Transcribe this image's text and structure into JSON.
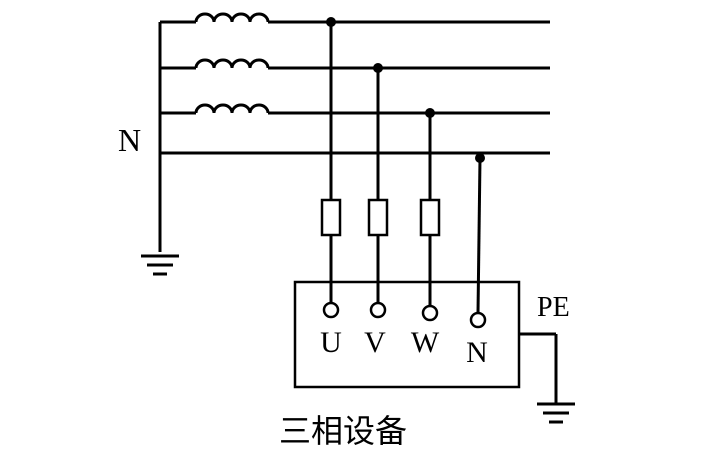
{
  "labels": {
    "neutral": "N",
    "terminal_u": "U",
    "terminal_v": "V",
    "terminal_w": "W",
    "terminal_n": "N",
    "protective_earth": "PE",
    "equipment": "三相设备"
  }
}
